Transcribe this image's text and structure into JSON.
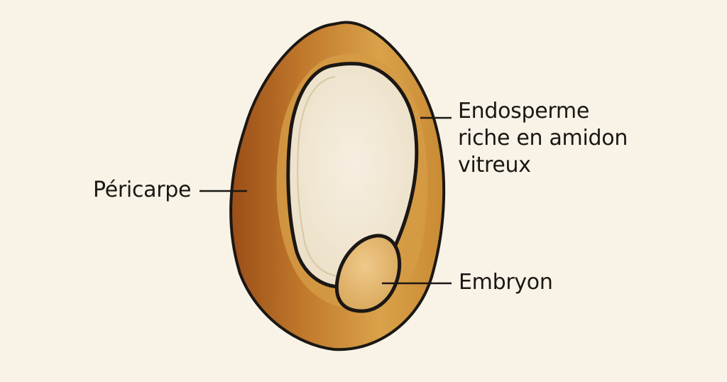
{
  "diagram": {
    "parts": [
      {
        "id": "pericarpe",
        "label": "Péricarpe",
        "color": "#c98a33"
      },
      {
        "id": "endosperme",
        "label_lines": [
          "Endosperme",
          "riche en amidon",
          "vitreux"
        ],
        "color": "#f1e8d6"
      },
      {
        "id": "embryon",
        "label": "Embryon",
        "color": "#e3b86f"
      }
    ]
  },
  "colors": {
    "background": "#f8f3e6",
    "outline": "#1b1714",
    "pericarp_light": "#d9a24a",
    "pericarp_dark": "#a8591c",
    "endosperm": "#f1e8d6",
    "embryo": "#e3b86f"
  }
}
